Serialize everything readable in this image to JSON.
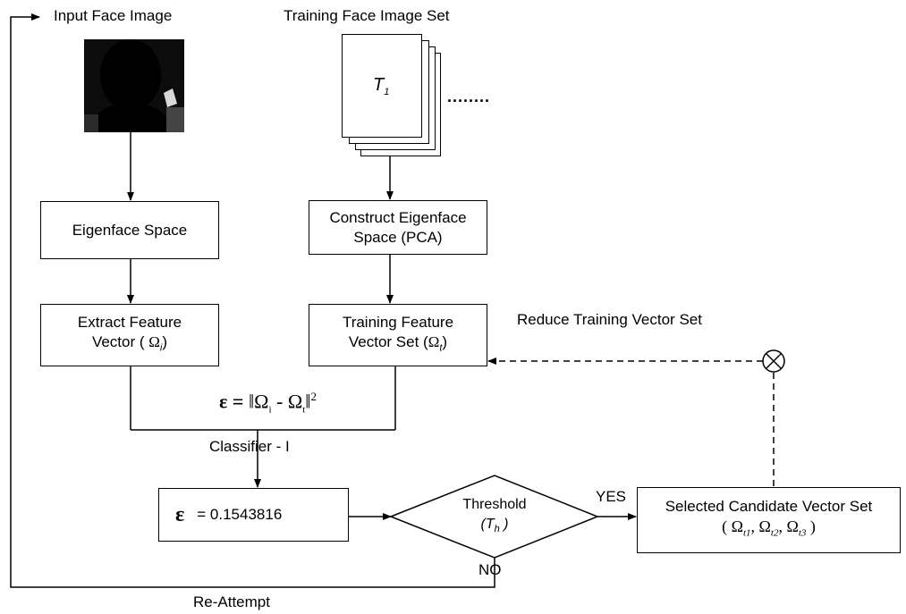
{
  "labels": {
    "input_face_image": "Input Face Image",
    "training_face_image_set": "Training Face Image Set",
    "t1_symbol": "T",
    "t1_sub": "1",
    "ellipsis": "........",
    "reduce_training_vector_set": "Reduce Training Vector Set",
    "classifier": "Classifier - I",
    "yes": "YES",
    "no": "NO",
    "re_attempt": "Re-Attempt"
  },
  "boxes": {
    "eigenface_space": "Eigenface Space",
    "construct_line1": "Construct Eigenface",
    "construct_line2": "Space (PCA)",
    "extract_line1": "Extract Feature",
    "extract_line2_prefix": "Vector ( ",
    "extract_omega": "Ω",
    "extract_sub": "i",
    "extract_suffix": ")",
    "training_line1": "Training Feature",
    "training_line2_prefix": "Vector Set (",
    "training_omega": "Ω",
    "training_sub": "t",
    "training_suffix": ")",
    "threshold_line1": "Threshold",
    "threshold_symbol": "T",
    "threshold_sub": "h",
    "selected_line1": "Selected Candidate Vector Set",
    "selected_line2": "( Ω",
    "selected_sub1": "t1",
    "selected_sep1": ", Ω",
    "selected_sub2": "t2",
    "selected_sep2": ", Ω",
    "selected_sub3": "t3",
    "selected_end": " )"
  },
  "equation": {
    "lhs": "ε = ",
    "norm_open": "‖",
    "omega_i": "Ω",
    "sub_i": "i",
    "minus": " - ",
    "omega_t": "Ω",
    "sub_t": "t",
    "norm_close": "‖",
    "power": "2"
  },
  "epsilon_value": {
    "symbol": "ε",
    "value": "= 0.1543816"
  }
}
